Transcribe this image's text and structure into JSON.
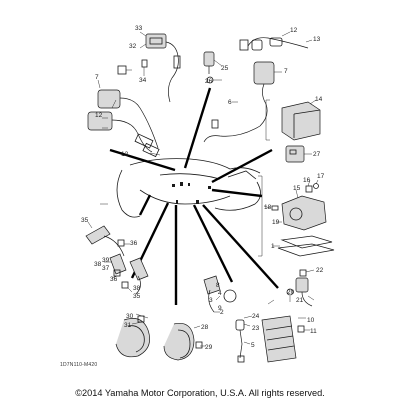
{
  "diagram": {
    "reference_code": "1D7N110-M420",
    "copyright": "©2014 Yamaha Motor Corporation, U.S.A. All rights reserved.",
    "callouts": {
      "c1": "1",
      "c2": "2",
      "c3": "3",
      "c4": "4",
      "c5": "5",
      "c6": "6",
      "c7a": "7",
      "c7b": "7",
      "c8": "8",
      "c9": "9",
      "c10": "10",
      "c11": "11",
      "c12a": "12",
      "c12b": "12",
      "c12c": "12",
      "c13": "13",
      "c14": "14",
      "c15": "15",
      "c16": "16",
      "c17": "17",
      "c18": "18",
      "c19": "19",
      "c20": "20",
      "c21": "21",
      "c22": "22",
      "c23": "23",
      "c24": "24",
      "c25": "25",
      "c26": "26",
      "c27": "27",
      "c28": "28",
      "c29": "29",
      "c30": "30",
      "c31": "31",
      "c32": "32",
      "c33": "33",
      "c34": "34",
      "c35a": "35",
      "c35b": "35",
      "c36a": "36",
      "c36b": "36",
      "c37": "37",
      "c38a": "38",
      "c38b": "38",
      "c39": "39"
    }
  },
  "colors": {
    "ink": "#1a1a1a",
    "background": "#ffffff"
  }
}
